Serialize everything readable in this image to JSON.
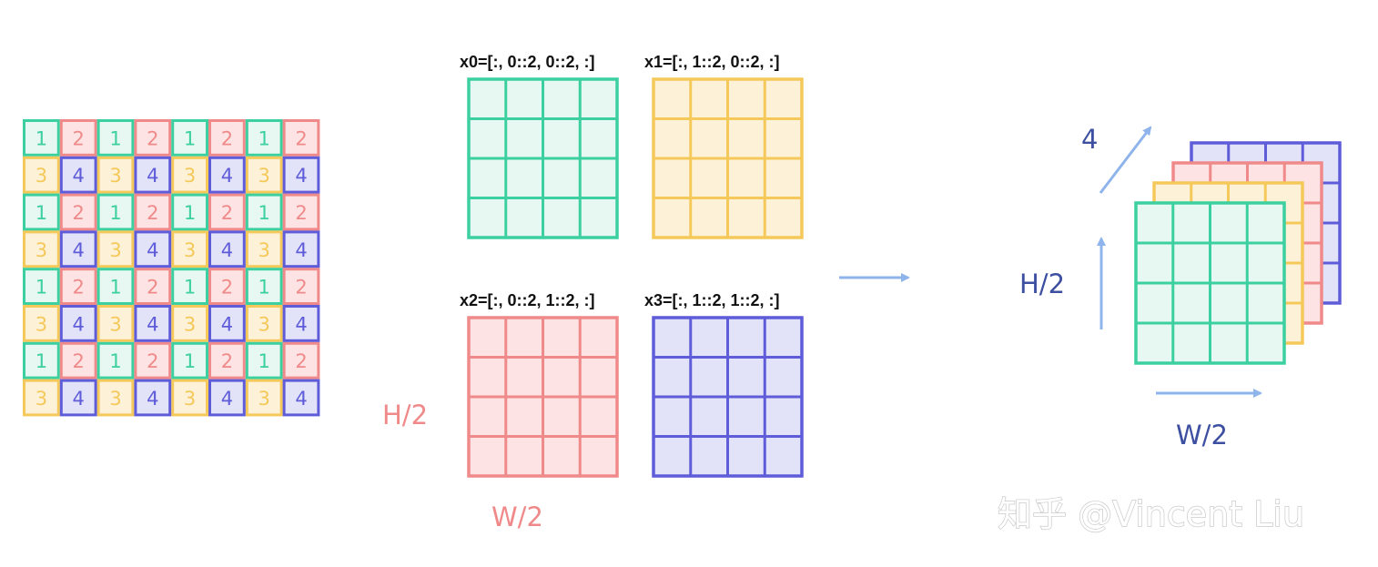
{
  "colors": {
    "green": "#3ccfa0",
    "green_fill": "#e6f8f1",
    "yellow": "#f5c85a",
    "yellow_fill": "#fdf2d8",
    "pink": "#f08a8a",
    "pink_fill": "#fde3e3",
    "blue": "#5e5cd9",
    "blue_fill": "#e2e2f8",
    "arrow": "#8fb4ec",
    "text_blue": "#3c4fa0",
    "text_pink": "#f08a8a"
  },
  "source_grid": {
    "labels": [
      "1",
      "2",
      "3",
      "4"
    ]
  },
  "sub_grids": [
    {
      "caption": "x0=[:, 0::2, 0::2, :]",
      "color": "green"
    },
    {
      "caption": "x1=[:, 1::2, 0::2, :]",
      "color": "yellow"
    },
    {
      "caption": "x2=[:, 0::2, 1::2, :]",
      "color": "pink"
    },
    {
      "caption": "x3=[:, 1::2, 1::2, :]",
      "color": "blue"
    }
  ],
  "sub_grid_dims": {
    "h_label": "H/2",
    "w_label": "W/2"
  },
  "stack": {
    "depth_label": "4",
    "h_label": "H/2",
    "w_label": "W/2"
  },
  "watermark": "知乎 @Vincent Liu"
}
